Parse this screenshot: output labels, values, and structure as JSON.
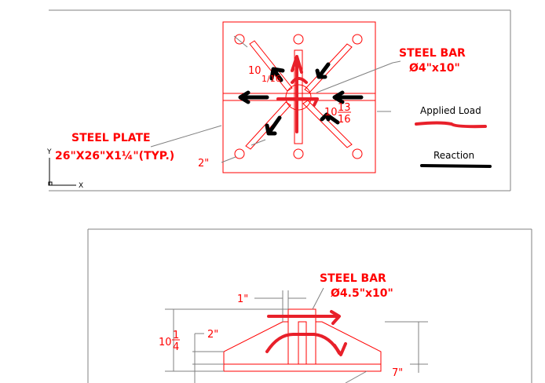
{
  "top_view": {
    "plate_label_line1": "STEEL PLATE",
    "plate_label_line2": "26\"X26\"X1¼\"(TYP.)",
    "bar_label_line1": "STEEL BAR",
    "bar_label_line2": "Ø4\"x10\"",
    "dim_2": "2\"",
    "dim_left_whole": "10",
    "dim_left_frac": "1/16",
    "dim_right_whole": "10",
    "dim_right_num": "13",
    "dim_right_den": "16",
    "axis_x": "X",
    "axis_y": "Y"
  },
  "legend": {
    "applied_load": "Applied Load",
    "reaction": "Reaction",
    "applied_color": "#e8202a",
    "reaction_color": "#000000"
  },
  "side_view": {
    "bar_label_line1": "STEEL BAR",
    "bar_label_line2": "Ø4.5\"x10\"",
    "dim_1": "1\"",
    "dim_2": "2\"",
    "dim_height_whole": "10",
    "dim_height_num": "1",
    "dim_height_den": "4",
    "dim_7": "7\""
  }
}
